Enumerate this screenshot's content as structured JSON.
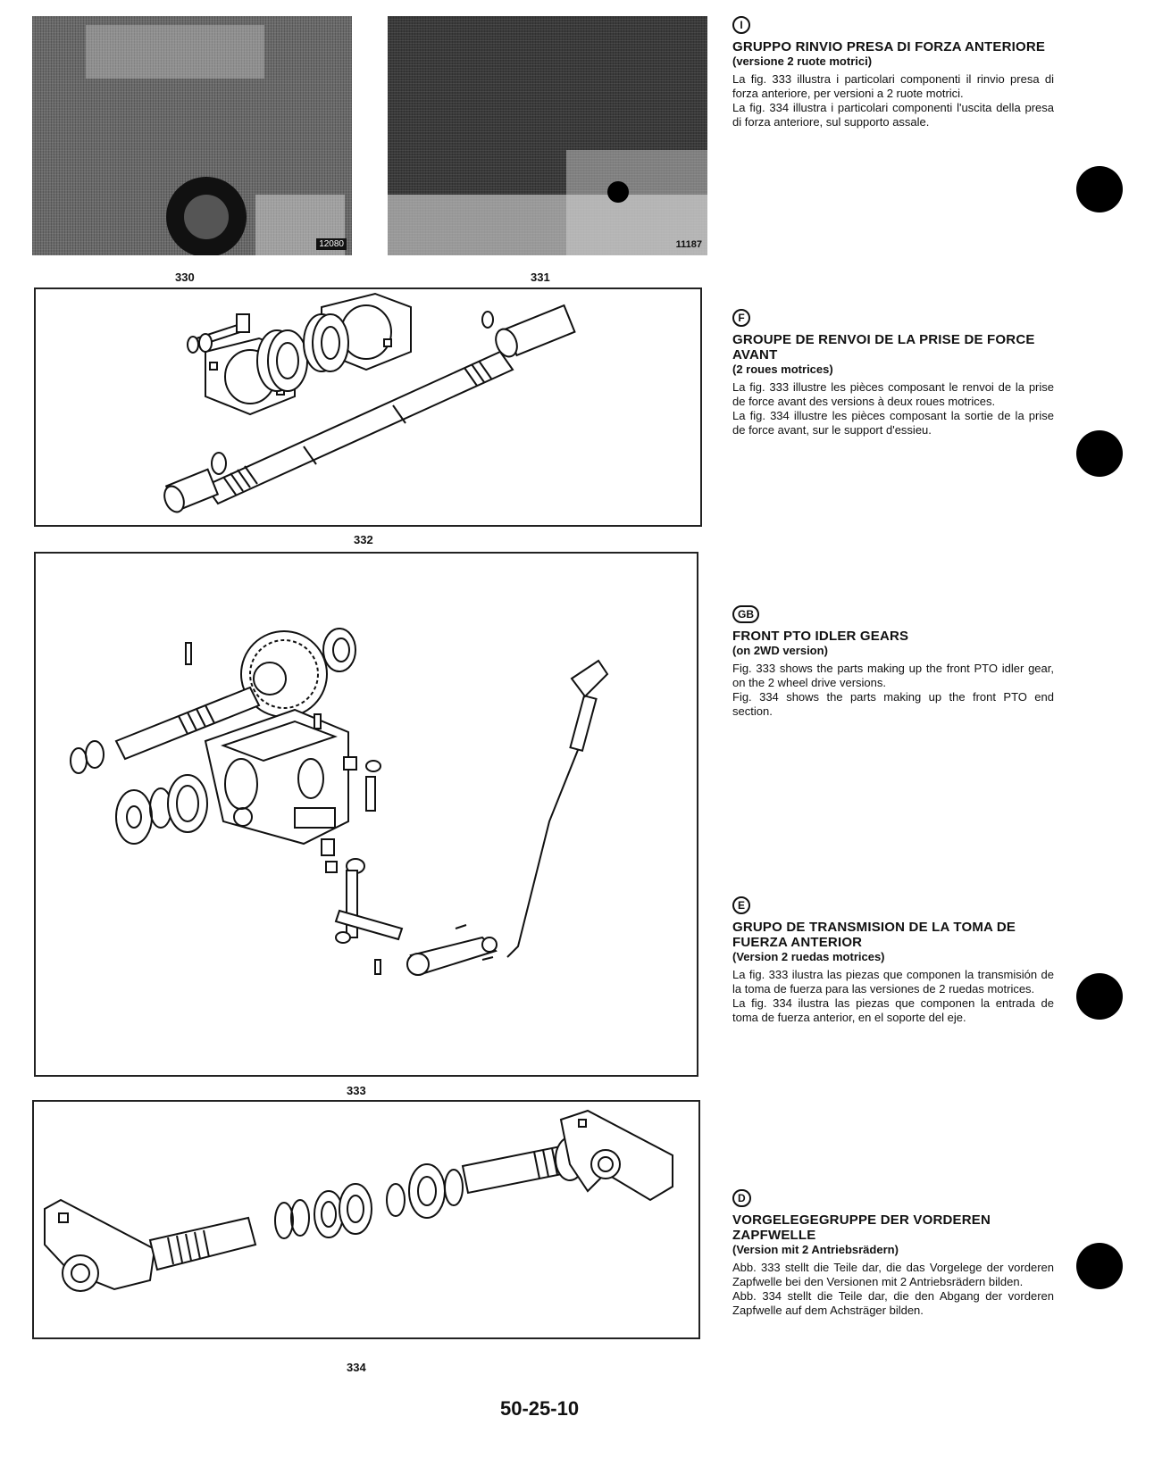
{
  "figures": {
    "f330": {
      "label": "330",
      "stamp": "12080"
    },
    "f331": {
      "label": "331",
      "stamp": "11187"
    },
    "f332": {
      "label": "332"
    },
    "f333": {
      "label": "333"
    },
    "f334": {
      "label": "334"
    }
  },
  "sections": [
    {
      "lang": "I",
      "title": "GRUPPO RINVIO PRESA DI FORZA ANTERIORE",
      "subtitle": "(versione 2 ruote motrici)",
      "p1": "La fig. 333 illustra i particolari componenti il rinvio presa di forza anteriore, per versioni a 2 ruote motrici.",
      "p2": "La fig. 334 illustra i particolari componenti l'uscita della presa di forza anteriore, sul supporto assale."
    },
    {
      "lang": "F",
      "title": "GROUPE DE RENVOI DE LA PRISE DE FORCE AVANT",
      "subtitle": "(2 roues motrices)",
      "p1": "La fig. 333 illustre les pièces composant le renvoi de la prise de force avant des versions à deux roues motrices.",
      "p2": "La fig. 334 illustre les pièces composant la sortie de la prise de force avant, sur le support d'essieu."
    },
    {
      "lang": "GB",
      "title": "FRONT PTO IDLER GEARS",
      "subtitle": "(on 2WD version)",
      "p1": "Fig. 333 shows the parts making up the front PTO idler gear, on the 2 wheel drive versions.",
      "p2": "Fig. 334 shows the parts making up the front PTO end section."
    },
    {
      "lang": "E",
      "title": "GRUPO DE TRANSMISION DE LA TOMA DE FUERZA ANTERIOR",
      "subtitle": "(Version 2 ruedas motrices)",
      "p1": "La fig. 333 ilustra las piezas que componen la transmisión de la toma de fuerza para las versiones de 2 ruedas motrices.",
      "p2": "La fig. 334 ilustra las piezas que componen la entrada de toma de fuerza anterior, en el soporte del eje."
    },
    {
      "lang": "D",
      "title": "VORGELEGEGRUPPE DER VORDEREN ZAPFWELLE",
      "subtitle": "(Version mit 2 Antriebsrädern)",
      "p1": "Abb. 333 stellt die Teile dar, die das Vorgelege der vorderen Zapfwelle bei den Versionen mit 2 Antriebsrädern bilden.",
      "p2": "Abb. 334 stellt die Teile dar, die den Abgang der vorderen Zapfwelle auf dem Achsträger bilden."
    }
  ],
  "page_number": "50-25-10"
}
